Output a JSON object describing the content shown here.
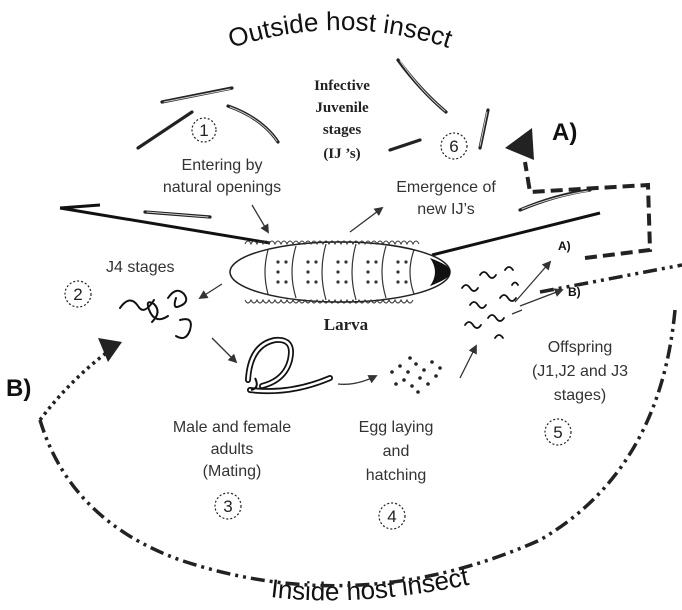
{
  "arc_top": "Outside host insect",
  "arc_bottom": "Inside host insect",
  "ij_title": [
    "Infective",
    "Juvenile",
    "stages",
    "(IJ ’s)"
  ],
  "step1": {
    "num": "1",
    "lines": [
      "Entering by",
      "natural openings"
    ]
  },
  "step2": {
    "num": "2",
    "label": "J4 stages"
  },
  "step3": {
    "num": "3",
    "lines": [
      "Male and female",
      "adults",
      "(Mating)"
    ]
  },
  "step4": {
    "num": "4",
    "lines": [
      "Egg laying",
      "and",
      "hatching"
    ]
  },
  "step5": {
    "num": "5",
    "lines": [
      "Offspring",
      "(J1,J2 and J3",
      "stages)"
    ]
  },
  "step6": {
    "num": "6",
    "lines": [
      "Emergence of",
      "new IJ’s"
    ]
  },
  "larva": "Larva",
  "pathA_big": "A)",
  "pathA_small": "A)",
  "pathB_big": "B)",
  "pathB_small": "B)"
}
